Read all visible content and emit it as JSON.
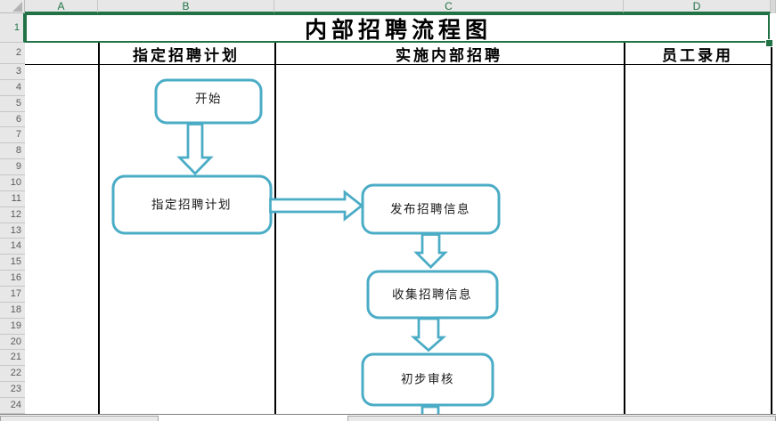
{
  "colors": {
    "selection_green": "#217346",
    "shape_accent_teal": "#4BACC6",
    "header_bg": "#E7E7E7",
    "table_border": "#000000"
  },
  "headers": {
    "columns": [
      "A",
      "B",
      "C",
      "D"
    ],
    "rows": [
      "1",
      "2",
      "3",
      "4",
      "5",
      "6",
      "7",
      "8",
      "9",
      "10",
      "11",
      "12",
      "13",
      "14",
      "15",
      "16",
      "17",
      "18",
      "19",
      "20",
      "21",
      "22",
      "23",
      "24"
    ],
    "selected_columns": [
      "A",
      "B",
      "C",
      "D"
    ],
    "selected_rows": [
      "1"
    ]
  },
  "title": {
    "text": "内部招聘流程图"
  },
  "lanes": [
    {
      "label": "指定招聘计划"
    },
    {
      "label": "实施内部招聘"
    },
    {
      "label": "员工录用"
    }
  ],
  "flowchart": {
    "nodes": [
      {
        "id": "start",
        "label": "开始"
      },
      {
        "id": "plan",
        "label": "指定招聘计划"
      },
      {
        "id": "publish",
        "label": "发布招聘信息"
      },
      {
        "id": "collect",
        "label": "收集招聘信息"
      },
      {
        "id": "review",
        "label": "初步审核"
      }
    ]
  }
}
